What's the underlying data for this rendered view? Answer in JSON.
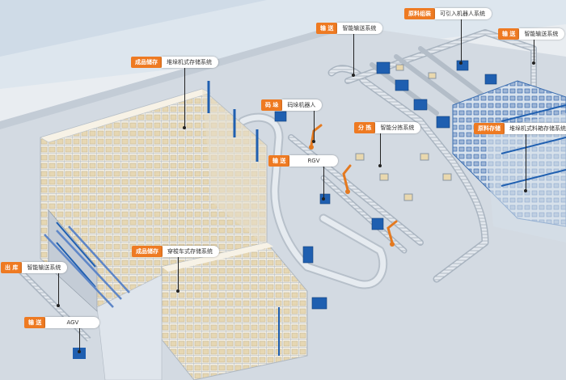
{
  "colors": {
    "accent": "#ee7a22",
    "floor": "#cfd7df",
    "rack": "#e8dcc0",
    "equipment_blue": "#1f5fb0",
    "robot_orange": "#e4791f",
    "conveyor": "#dfe4ea"
  },
  "callouts": [
    {
      "tag": "成品储存",
      "label": "堆垛机式存储系统"
    },
    {
      "tag": "码 垛",
      "label": "码垛机器人"
    },
    {
      "tag": "输 送",
      "label": "智能输送系统"
    },
    {
      "tag": "原料组装",
      "label": "可引入机器人系统"
    },
    {
      "tag": "输 送",
      "label": "智能输送系统"
    },
    {
      "tag": "分 拣",
      "label": "智能分拣系统"
    },
    {
      "tag": "输 送",
      "label": "RGV"
    },
    {
      "tag": "原料存储",
      "label": "堆垛机式料箱存储系统"
    },
    {
      "tag": "成品储存",
      "label": "穿梭车式存储系统"
    },
    {
      "tag": "出 库",
      "label": "智能输送系统"
    },
    {
      "tag": "输 送",
      "label": "AGV"
    }
  ]
}
